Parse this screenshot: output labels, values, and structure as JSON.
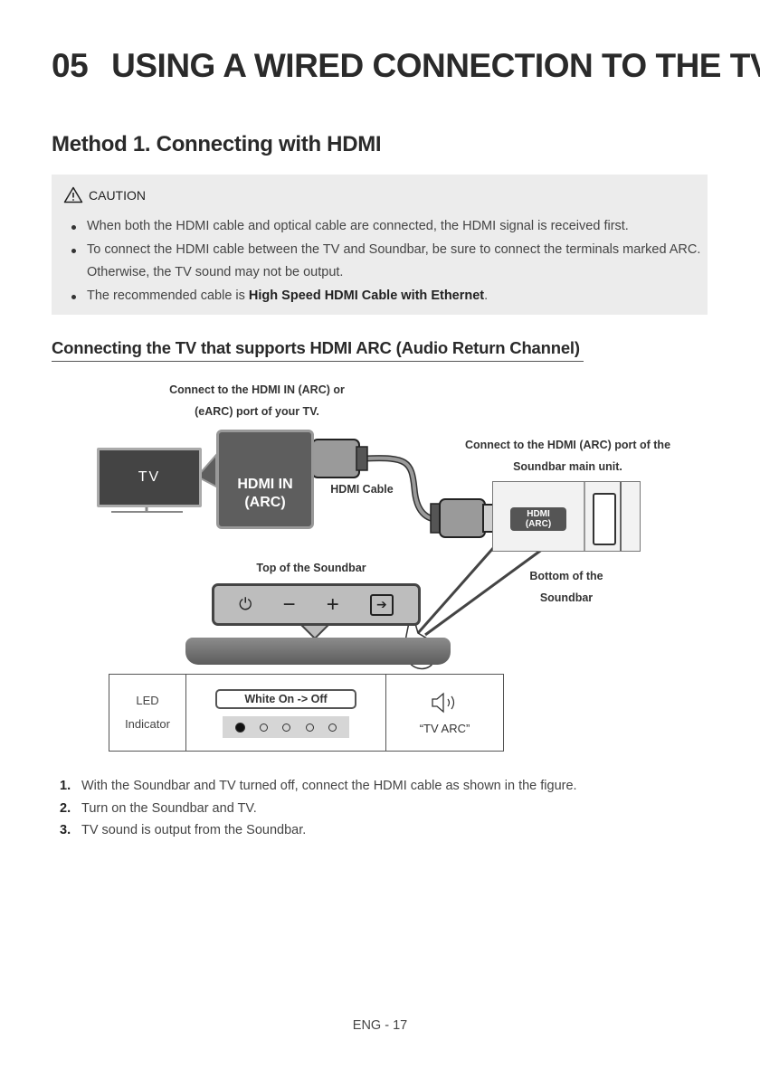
{
  "chapter": {
    "number": "05",
    "title": "USING A WIRED CONNECTION TO THE TV"
  },
  "method_heading": "Method 1. Connecting with HDMI",
  "caution": {
    "title": "CAUTION",
    "item1": "When both the HDMI cable and optical cable are connected, the HDMI signal is received first.",
    "item2": "To connect the HDMI cable between the TV and Soundbar, be sure to connect the terminals marked ARC. Otherwise, the TV sound may not be output.",
    "item3_prefix": "The recommended cable is ",
    "item3_bold": "High Speed HDMI Cable with Ethernet",
    "item3_suffix": "."
  },
  "section_heading": "Connecting the TV that supports HDMI ARC (Audio Return Channel)",
  "diagram": {
    "tv_port_note": "Connect to the HDMI IN (ARC) or (eARC) port of your TV.",
    "soundbar_port_note": "Connect to the HDMI (ARC) port of the Soundbar main unit.",
    "tv_label": "TV",
    "hdmi_in_line1": "HDMI IN",
    "hdmi_in_line2": "(ARC)",
    "cable_label": "HDMI Cable",
    "port_label_line1": "HDMI",
    "port_label_line2": "(ARC)",
    "top_label": "Top of the Soundbar",
    "bottom_label": "Bottom of the Soundbar"
  },
  "led": {
    "label_line1": "LED",
    "label_line2": "Indicator",
    "state": "White On -> Off",
    "voice": "“TV ARC”"
  },
  "steps": [
    {
      "num": "1.",
      "text": "With the Soundbar and TV turned off, connect the HDMI cable as shown in the figure."
    },
    {
      "num": "2.",
      "text": "Turn on the Soundbar and TV."
    },
    {
      "num": "3.",
      "text": "TV sound is output from the Soundbar."
    }
  ],
  "footer": "ENG - 17"
}
